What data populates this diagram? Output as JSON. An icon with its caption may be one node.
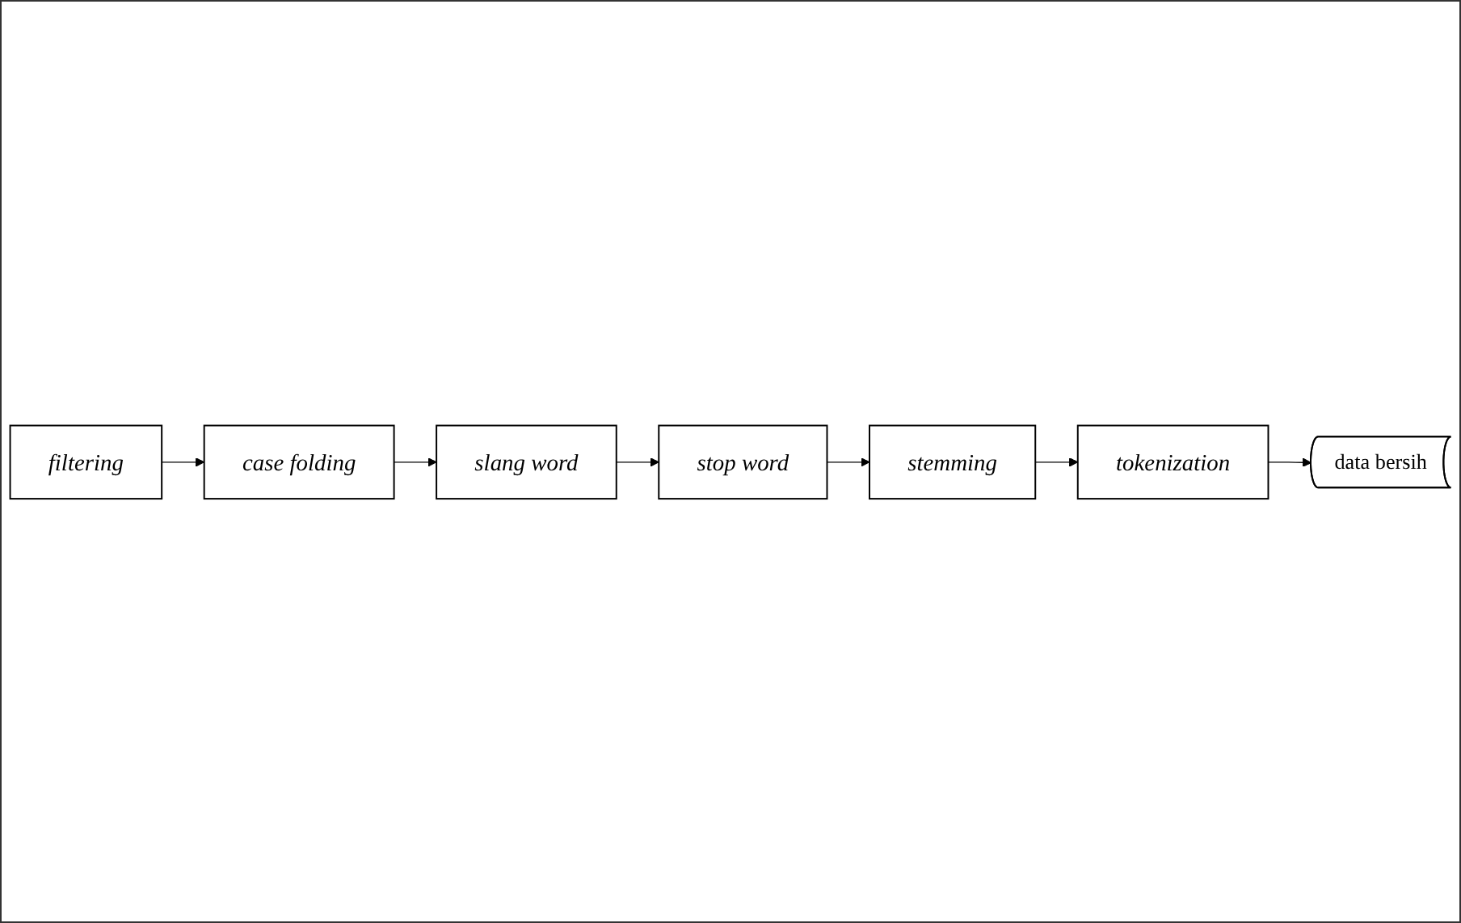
{
  "diagram": {
    "nodes": [
      {
        "text": [
          "filtering"
        ]
      },
      {
        "text": [
          "case folding"
        ]
      },
      {
        "text": [
          "slang word"
        ]
      },
      {
        "text": [
          "stop word"
        ]
      },
      {
        "text": [
          "stemming"
        ]
      },
      {
        "text": [
          "tokenization"
        ]
      },
      {
        "text": [
          "data bersih"
        ]
      }
    ],
    "edges": [
      {
        "from": 0,
        "to": 1,
        "arrow": "to"
      },
      {
        "from": 1,
        "to": 2,
        "arrow": "to"
      },
      {
        "from": 2,
        "to": 3,
        "arrow": "to"
      },
      {
        "from": 3,
        "to": 4,
        "arrow": "to"
      },
      {
        "from": 4,
        "to": 5,
        "arrow": "to"
      },
      {
        "from": 5,
        "to": 6,
        "arrow": "to"
      }
    ]
  }
}
